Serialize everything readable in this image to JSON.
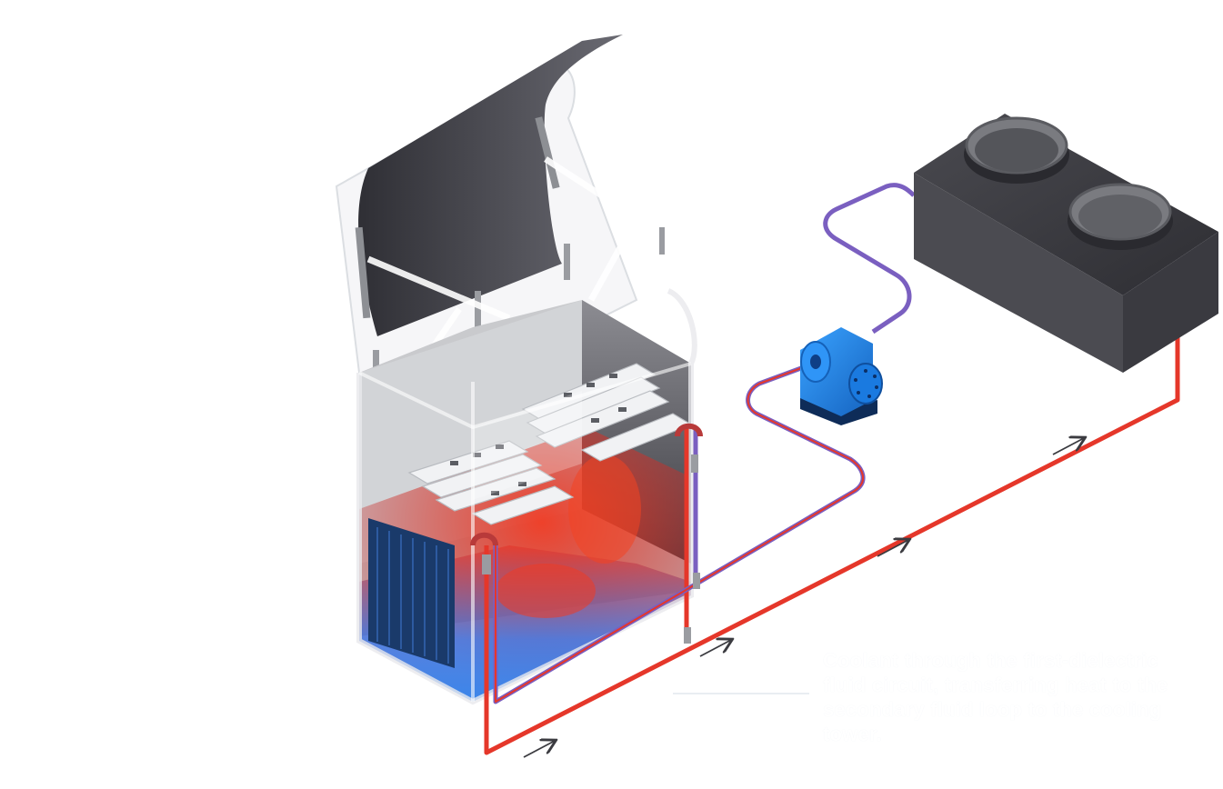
{
  "callout": {
    "text": "Coolant through the first-dielectric fluid circuit, transferring heat to the secondary fluid loop to the cooling tower."
  },
  "components": {
    "tank": "immersion-tank",
    "pump": "circulation-pump",
    "cooler": "dry-cooler"
  },
  "flow_arrows": 4,
  "colors": {
    "hot_pipe": "#e5372a",
    "cold_pipe": "#3a7ef0",
    "return_pipe": "#7a5fc0",
    "tank_dark": "#3e3e44",
    "pump_blue": "#1f86e6",
    "hot_fluid": "#ee3322",
    "cold_fluid": "#1e7cf0"
  }
}
